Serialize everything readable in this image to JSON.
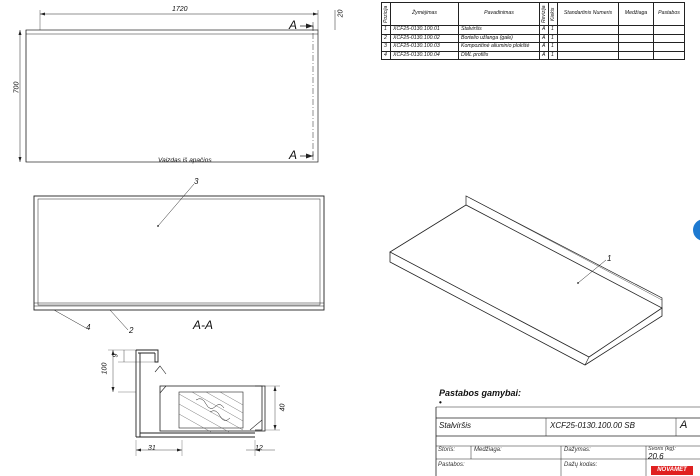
{
  "views": {
    "bottom_view_caption": "Vaizdas iš apačios",
    "section_label": "A-A",
    "section_marker": "A",
    "dims": {
      "length": "1720",
      "width": "700",
      "thickness": "20",
      "upstand_height": "100",
      "d9": "9",
      "d40": "40",
      "d31": "31",
      "d12": "12"
    },
    "balloons": {
      "b1": "1",
      "b2": "2",
      "b3": "3",
      "b4": "4"
    }
  },
  "bom": {
    "headers": {
      "pos": "Pozicija",
      "designation": "Žymėjimas",
      "name": "Pavadinimas",
      "rev": "Revizija",
      "qty": "Kiekis",
      "std": "Standartinis Numeris",
      "material": "Medžiaga",
      "note": "Pastabos"
    },
    "rows": [
      {
        "pos": "1",
        "designation": "XCF25-0130.100.01",
        "name": "Stalviršis",
        "rev": "A",
        "qty": "1"
      },
      {
        "pos": "2",
        "designation": "XCF25-0130.100.02",
        "name": "Bortelio užlanga (gale)",
        "rev": "A",
        "qty": "1"
      },
      {
        "pos": "3",
        "designation": "XCF25-0130.100.03",
        "name": "Kompozitinė aliuminio plokštė",
        "rev": "A",
        "qty": "1"
      },
      {
        "pos": "4",
        "designation": "XCF25-0130.100.04",
        "name": "DML profilis",
        "rev": "A",
        "qty": "1"
      }
    ]
  },
  "notes": {
    "title": "Pastabos gamybai:",
    "bullet": "•"
  },
  "title_block": {
    "part_name": "Stalviršis",
    "drawing_number": "XCF25-0130.100.00 SB",
    "revision": "A",
    "storis_label": "Storis:",
    "medziaga_label": "Medžiaga:",
    "dazymas_label": "Dažymas:",
    "svoris_label": "Svoris (kg):",
    "svoris_value": "20.6",
    "pastabos_label": "Pastabos:",
    "dazu_kodas_label": "Dažų kodas:",
    "logo_text": "NOVAMET"
  }
}
